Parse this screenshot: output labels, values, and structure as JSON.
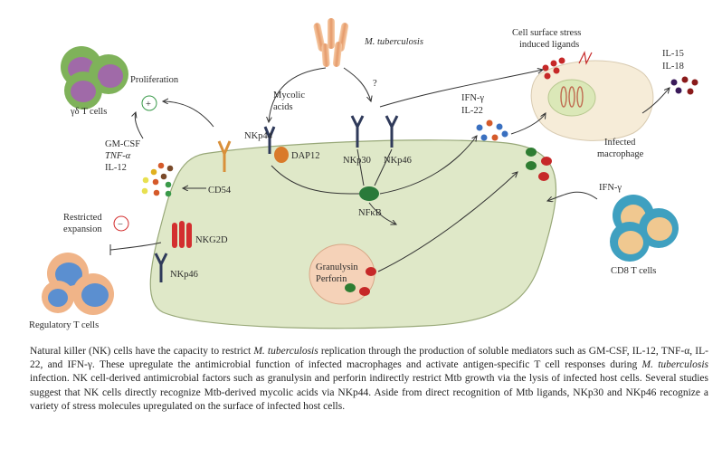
{
  "labels": {
    "mtb": "M. tuberculosis",
    "question": "?",
    "stress_line1": "Cell surface stress",
    "stress_line2": "induced ligands",
    "il15": "IL-15",
    "il18": "IL-18",
    "infected_line1": "Infected",
    "infected_line2": "macrophage",
    "ifng_top": "IFN-γ",
    "il22": "IL-22",
    "ifng_right": "IFN-γ",
    "cd8": "CD8 T cells",
    "mycolic_line1": "Mycolic",
    "mycolic_line2": "acids",
    "nkp44": "NKp44",
    "dap12": "DAP12",
    "nkp30": "NKp30",
    "nkp46_top": "NKp46",
    "nfkb": "NFκB",
    "proliferation": "Proliferation",
    "plus": "+",
    "gd": "γδ T cells",
    "gmcsf": "GM-CSF",
    "tnfa": "TNF-α",
    "il12": "IL-12",
    "cd54": "CD54",
    "restricted_line1": "Restricted",
    "restricted_line2": "expansion",
    "minus": "−",
    "nkg2d": "NKG2D",
    "nkp46_left": "NKp46",
    "treg": "Regulatory T cells",
    "granulysin": "Granulysin",
    "perforin": "Perforin"
  },
  "caption": {
    "p1": "Natural killer (NK) cells have the capacity to restrict ",
    "p2": "M. tuberculosis",
    "p3": " replication through the production of soluble mediators such as GM-CSF, IL-12, TNF-α, IL-22, and IFN-γ. These upregulate the antimicrobial function of infected macrophages and activate antigen-specific T cell responses during ",
    "p4": "M. tuberculosis",
    "p5": " infection. NK cell-derived antimicrobial factors such as granulysin and perforin indirectly restrict Mtb growth via the lysis of infected host cells. Several studies suggest that NK cells directly recognize Mtb-derived mycolic acids via NKp44. Aside from direct recognition of Mtb ligands, NKp30 and NKp46 recognize a variety of stress molecules upregulated on the surface of infected host cells."
  },
  "colors": {
    "nk_cell": "#dfe8c8",
    "receptor": "#2f3a5a",
    "dap12": "#d97a2a",
    "nfkb": "#2a7a3a",
    "gd_outer": "#7fb25a",
    "gd_inner": "#a06aa8",
    "cd8_outer": "#3fa0c0",
    "cd8_inner": "#f0c890",
    "treg_outer": "#f0b488",
    "treg_inner": "#5b8fd0",
    "macrophage": "#f6ecd8",
    "nucleus": "#dbe8b8",
    "bacteria": "#f0b890",
    "granule_red": "#d32f2f",
    "granule_green": "#2e7d32",
    "nkg2d": "#d32f2f"
  }
}
